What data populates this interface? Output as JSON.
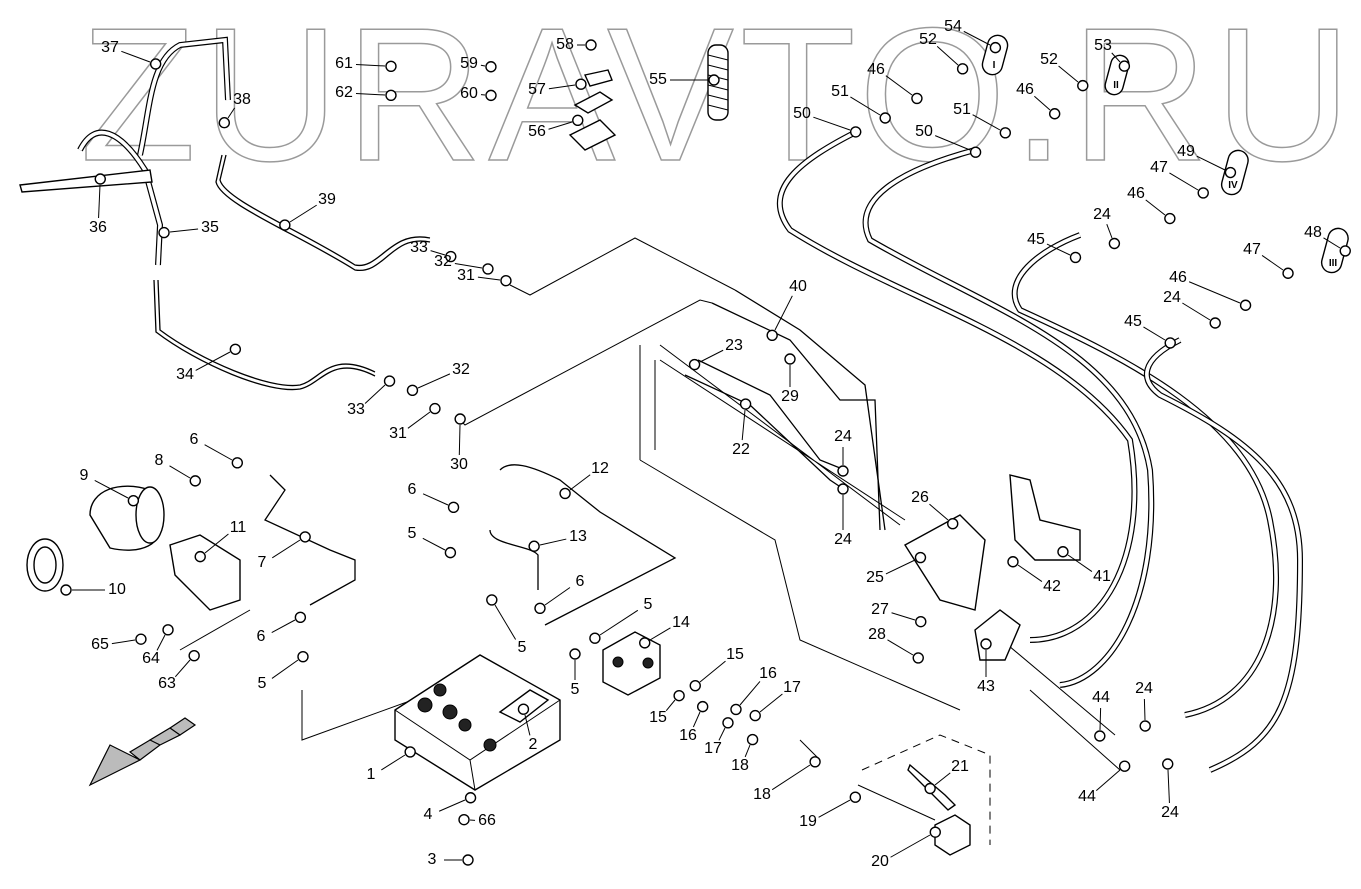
{
  "watermark": "ZURAVTO.RU",
  "tag_marks": [
    "I",
    "II",
    "IV",
    "III"
  ],
  "callouts": [
    "37",
    "38",
    "36",
    "35",
    "39",
    "61",
    "62",
    "59",
    "60",
    "58",
    "57",
    "56",
    "55",
    "54",
    "52",
    "53",
    "52",
    "46",
    "51",
    "50",
    "46",
    "51",
    "50",
    "49",
    "47",
    "46",
    "24",
    "45",
    "48",
    "47",
    "46",
    "24",
    "45",
    "33",
    "32",
    "31",
    "40",
    "23",
    "29",
    "22",
    "24",
    "24",
    "34",
    "33",
    "32",
    "31",
    "30",
    "6",
    "8",
    "9",
    "12",
    "6",
    "11",
    "26",
    "7",
    "5",
    "13",
    "25",
    "41",
    "42",
    "10",
    "6",
    "5",
    "14",
    "6",
    "27",
    "28",
    "65",
    "64",
    "5",
    "15",
    "16",
    "17",
    "63",
    "5",
    "5",
    "43",
    "44",
    "24",
    "15",
    "16",
    "17",
    "2",
    "18",
    "1",
    "21",
    "18",
    "19",
    "44",
    "24",
    "4",
    "66",
    "3",
    "20"
  ]
}
